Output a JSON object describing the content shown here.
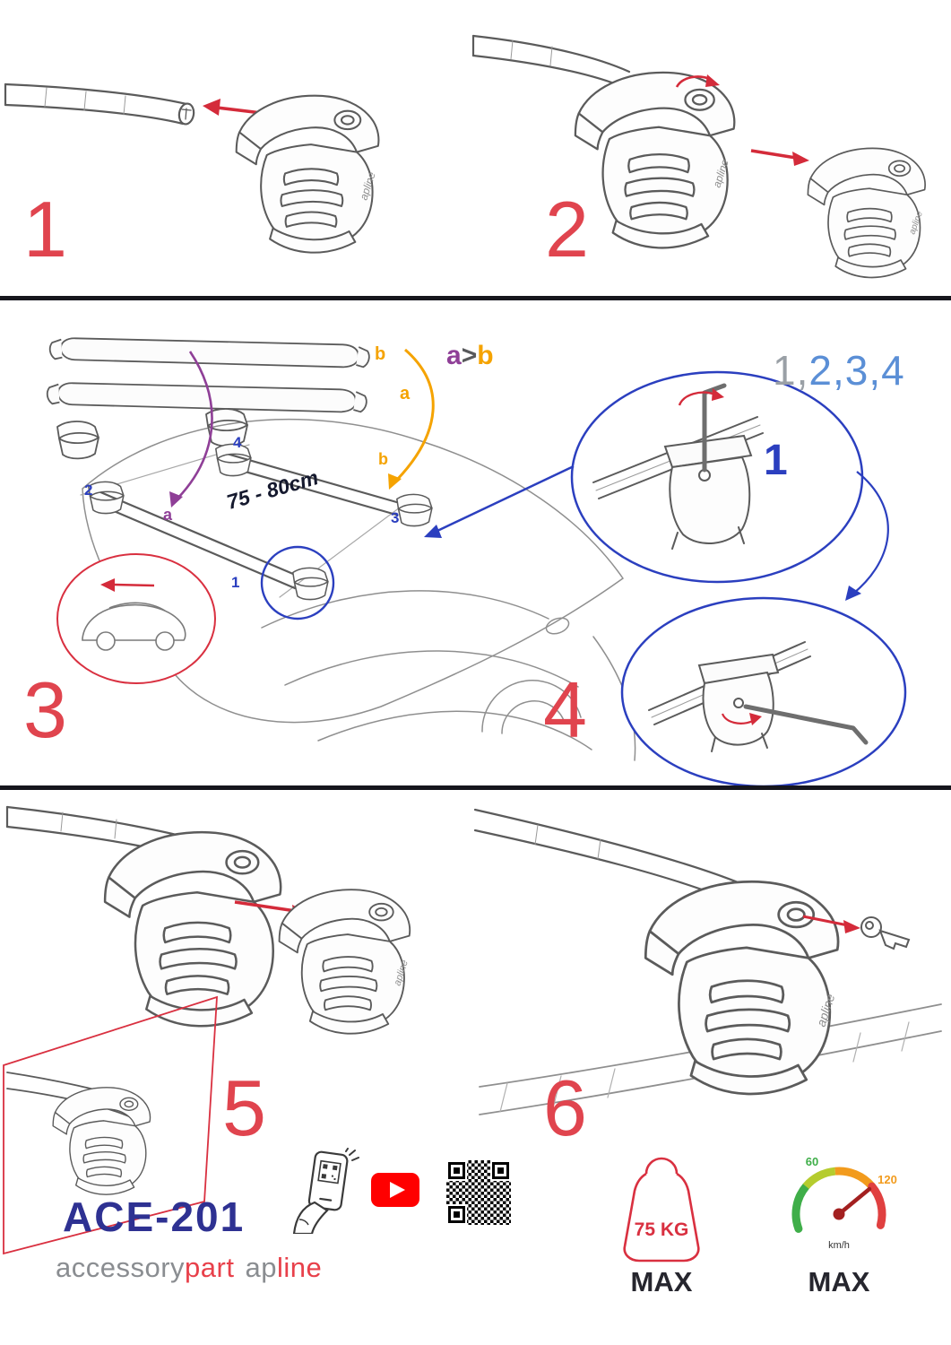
{
  "document": {
    "title": "ACE-201"
  },
  "colors": {
    "step_number_red": "#e0444e",
    "arrow_red": "#d42b3a",
    "detail_blue": "#2b3fbf",
    "sequence_blue": "#5b8fd6",
    "sequence_gray": "#9aa0a6",
    "accent_orange": "#f5a300",
    "accent_purple": "#8f3f97",
    "model_navy": "#2e3192",
    "brand_gray": "#8a8d91",
    "brand_red": "#e8404a",
    "youtube_red": "#ff0000",
    "speedo_green": "#3fae49",
    "speedo_yellow": "#b5cc2e",
    "speedo_orange": "#f29b1d",
    "speedo_red": "#e04040",
    "line_art_gray": "#5b5b5b"
  },
  "steps": {
    "s1": "1",
    "s2": "2",
    "s3": "3",
    "s4": "4",
    "s5": "5",
    "s6": "6"
  },
  "kit": {
    "label_a": "a",
    "label_b": "b"
  },
  "note": {
    "a": "a",
    "gt": ">",
    "b": "b"
  },
  "sequence": {
    "gray": "1,",
    "blue": "2,3,4"
  },
  "roof": {
    "n1": "1",
    "n2": "2",
    "n3": "3",
    "n4": "4",
    "label_a": "a",
    "label_b": "b",
    "measurement": "75 - 80cm"
  },
  "callout": {
    "number": "1"
  },
  "foot_logo": "apline",
  "icons": {
    "qr_scan": "qr-scan-phone-icon",
    "youtube": "youtube-play-icon",
    "qr_code": "qr-code-icon",
    "weight": "weight-limit-icon",
    "speedometer": "speed-limit-icon",
    "key": "lock-key-icon",
    "hex_key": "allen-key-icon"
  },
  "footer": {
    "model": "ACE-201",
    "brand_accessory": "accessory",
    "brand_part": "part",
    "brand_ap": "ap",
    "brand_line": "line",
    "weight_value": "75 KG",
    "weight_max": "MAX",
    "speed_60": "60",
    "speed_120": "120",
    "speed_unit": "km/h",
    "speed_max": "MAX"
  }
}
